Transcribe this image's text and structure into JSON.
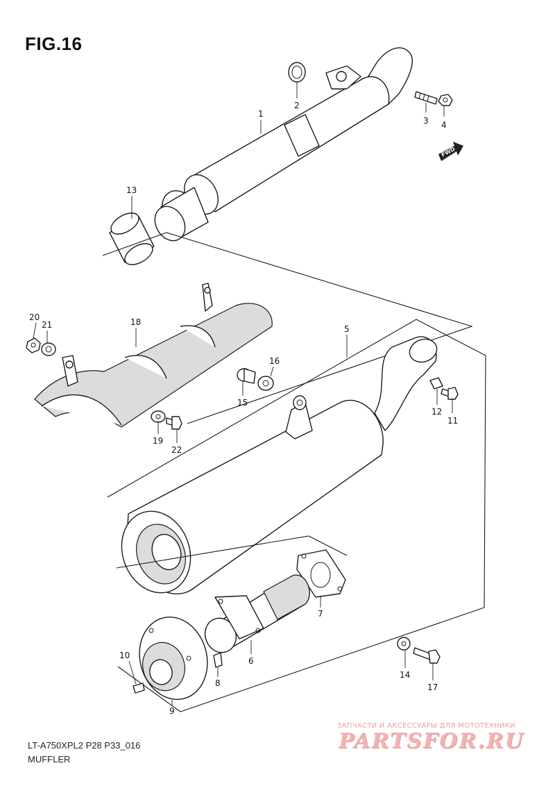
{
  "figure": {
    "title": "FIG.16"
  },
  "direction_badge": {
    "label": "FWD"
  },
  "callouts": [
    "1",
    "2",
    "3",
    "4",
    "5",
    "6",
    "7",
    "8",
    "9",
    "10",
    "11",
    "12",
    "13",
    "14",
    "15",
    "16",
    "17",
    "18",
    "19",
    "20",
    "21",
    "22"
  ],
  "footer": {
    "model_code": "LT-A750XPL2 P28 P33_016",
    "section_name": "MUFFLER"
  },
  "watermark": {
    "tagline": "ЗАПЧАСТИ И АКСЕССУАРЫ ДЛЯ МОТОТЕХНИКИ",
    "logo": "PARTSFOR.RU"
  }
}
